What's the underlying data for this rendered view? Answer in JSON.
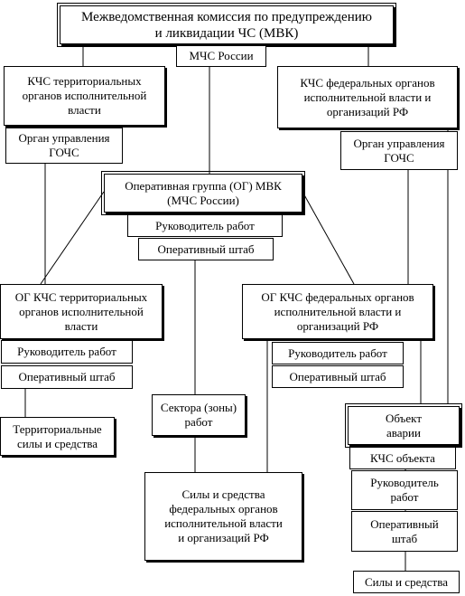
{
  "nodes": {
    "mvk": "Межведомственная комиссия по предупреждению\nи ликвидации  ЧС  (МВК)",
    "mchs": "МЧС России",
    "kchs_terr": "КЧС территориальных\nорганов исполнительной\nвласти",
    "kchs_fed": "КЧС федеральных органов\nисполнительной власти и\nорганизаций  РФ",
    "gochs_left": "Орган управления\nГОЧС",
    "gochs_right": "Орган управления\nГОЧС",
    "og_mvk": "Оперативная группа (ОГ)  МВК\n(МЧС России)",
    "ruk_center": "Руководитель работ",
    "shtab_center": "Оперативный штаб",
    "og_terr": "ОГ КЧС территориальных\nорганов исполнительной\nвласти",
    "og_fed": "ОГ КЧС федеральных органов\nисполнительной власти и\nорганизаций  РФ",
    "ruk_left": "Руководитель работ",
    "shtab_left": "Оперативный штаб",
    "ruk_right": "Руководитель работ",
    "shtab_right": "Оперативный штаб",
    "terr_forces": "Территориальные\nсилы  и средства",
    "sectors": "Сектора (зоны)\nработ",
    "fed_forces": "Силы и средства\nфедеральных органов\nисполнительной власти\nи организаций  РФ",
    "object": "Объект\nаварии",
    "kchs_object": "КЧС объекта",
    "ruk_object": "Руководитель\nработ",
    "shtab_object": "Оперативный\nштаб",
    "forces_object": "Силы и средства"
  }
}
